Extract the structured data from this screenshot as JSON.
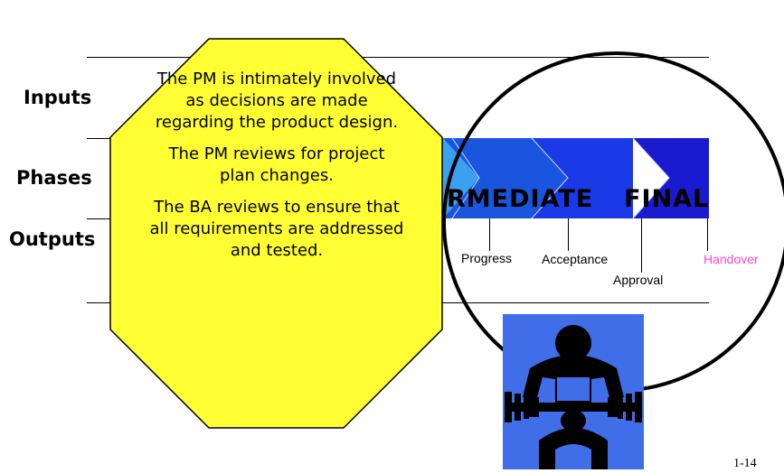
{
  "rows": {
    "inputs": "Inputs",
    "phases": "Phases",
    "outputs": "Outputs"
  },
  "phases": {
    "intermediate": "RMEDIATE",
    "final": "FINAL"
  },
  "outputs": {
    "progress": "Progress",
    "acceptance": "Acceptance",
    "approval": "Approval",
    "handover": "Handover"
  },
  "callout": {
    "p1": "The PM is intimately involved as decisions are made regarding the product design.",
    "p2": "The PM reviews for project plan changes.",
    "p3": "The BA reviews to ensure that all requirements are addressed and tested."
  },
  "colors": {
    "callout_fill": "#ffff33",
    "handover_text": "#ff44cc",
    "chevron_light": "#3aa0f0",
    "chevron_mid": "#1a55e0",
    "chevron_dark": "#1a1ad0",
    "lifter_bg": "#3f6ee8"
  },
  "icons": [
    "weightlifter-icon"
  ],
  "page_number": "1-14"
}
